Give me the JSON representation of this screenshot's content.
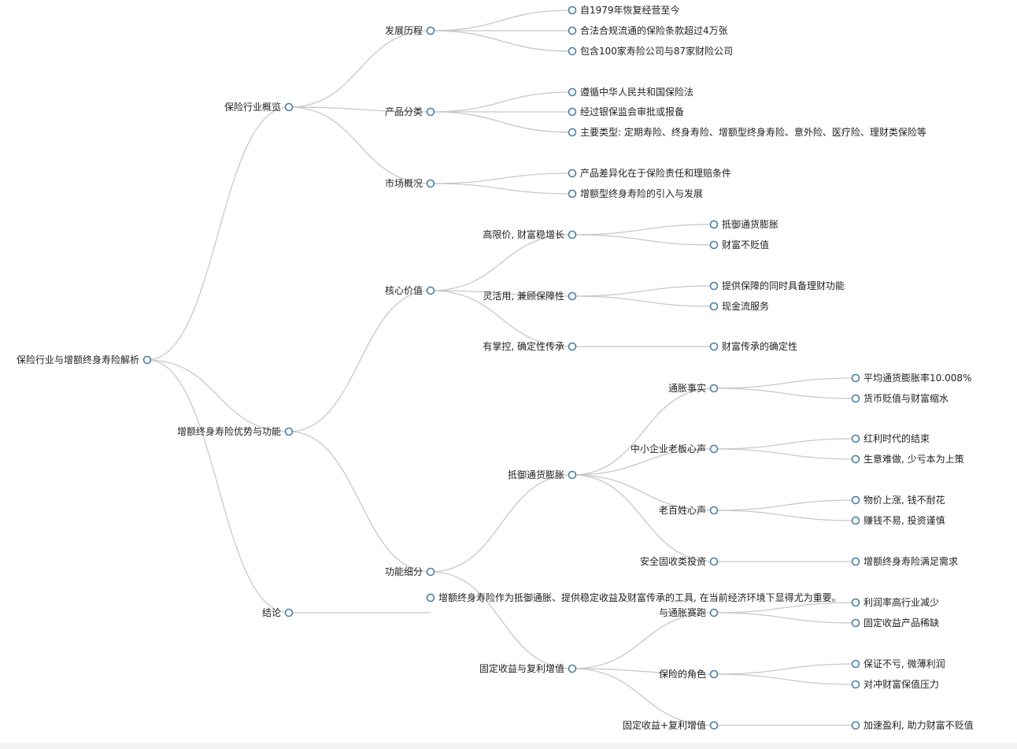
{
  "mindmap": {
    "root": {
      "label": "保险行业与增额终身寿险解析",
      "children": [
        {
          "label": "保险行业概览",
          "children": [
            {
              "label": "发展历程",
              "children": [
                {
                  "label": "自1979年恢复经营至今"
                },
                {
                  "label": "合法合规流通的保险条款超过4万张"
                },
                {
                  "label": "包含100家寿险公司与87家财险公司"
                }
              ]
            },
            {
              "label": "产品分类",
              "children": [
                {
                  "label": "遵循中华人民共和国保险法"
                },
                {
                  "label": "经过银保监会审批或报备"
                },
                {
                  "label": "主要类型: 定期寿险、终身寿险、增额型终身寿险、意外险、医疗险、理财类保险等"
                }
              ]
            },
            {
              "label": "市场概况",
              "children": [
                {
                  "label": "产品差异化在于保险责任和理赔条件"
                },
                {
                  "label": "增额型终身寿险的引入与发展"
                }
              ]
            }
          ]
        },
        {
          "label": "增额终身寿险优势与功能",
          "children": [
            {
              "label": "核心价值",
              "children": [
                {
                  "label": "高限价, 财富稳增长",
                  "children": [
                    {
                      "label": "抵御通货膨胀"
                    },
                    {
                      "label": "财富不贬值"
                    }
                  ]
                },
                {
                  "label": "灵活用, 兼顾保障性",
                  "children": [
                    {
                      "label": "提供保障的同时具备理财功能"
                    },
                    {
                      "label": "现金流服务"
                    }
                  ]
                },
                {
                  "label": "有掌控, 确定性传承",
                  "children": [
                    {
                      "label": "财富传承的确定性"
                    }
                  ]
                }
              ]
            },
            {
              "label": "功能细分",
              "children": [
                {
                  "label": "抵御通货膨胀",
                  "children": [
                    {
                      "label": "通胀事实",
                      "children": [
                        {
                          "label": "平均通货膨胀率10.008%"
                        },
                        {
                          "label": "货币贬值与财富缩水"
                        }
                      ]
                    },
                    {
                      "label": "中小企业老板心声",
                      "children": [
                        {
                          "label": "红利时代的结束"
                        },
                        {
                          "label": "生意难做, 少亏本为上策"
                        }
                      ]
                    },
                    {
                      "label": "老百姓心声",
                      "children": [
                        {
                          "label": "物价上涨, 钱不耐花"
                        },
                        {
                          "label": "赚钱不易, 投资谨慎"
                        }
                      ]
                    },
                    {
                      "label": "安全固收类投资",
                      "children": [
                        {
                          "label": "增额终身寿险满足需求"
                        }
                      ]
                    }
                  ]
                },
                {
                  "label": "固定收益与复利增值",
                  "children": [
                    {
                      "label": "与通胀赛跑",
                      "children": [
                        {
                          "label": "利润率高行业减少"
                        },
                        {
                          "label": "固定收益产品稀缺"
                        }
                      ]
                    },
                    {
                      "label": "保险的角色",
                      "children": [
                        {
                          "label": "保证不亏, 微薄利润"
                        },
                        {
                          "label": "对冲财富保值压力"
                        }
                      ]
                    },
                    {
                      "label": "固定收益+复利增值",
                      "children": [
                        {
                          "label": "加速盈利, 助力财富不贬值"
                        }
                      ]
                    }
                  ]
                }
              ]
            }
          ]
        },
        {
          "label": "结论",
          "children": [
            {
              "label": "增额终身寿险作为抵御通胀、提供稳定收益及财富传承的工具, 在当前经济环境下显得尤为重要。"
            }
          ]
        }
      ]
    }
  },
  "colors": {
    "node_stroke": "#4a7fa8",
    "link": "#c8c8c8",
    "text": "#222222"
  }
}
